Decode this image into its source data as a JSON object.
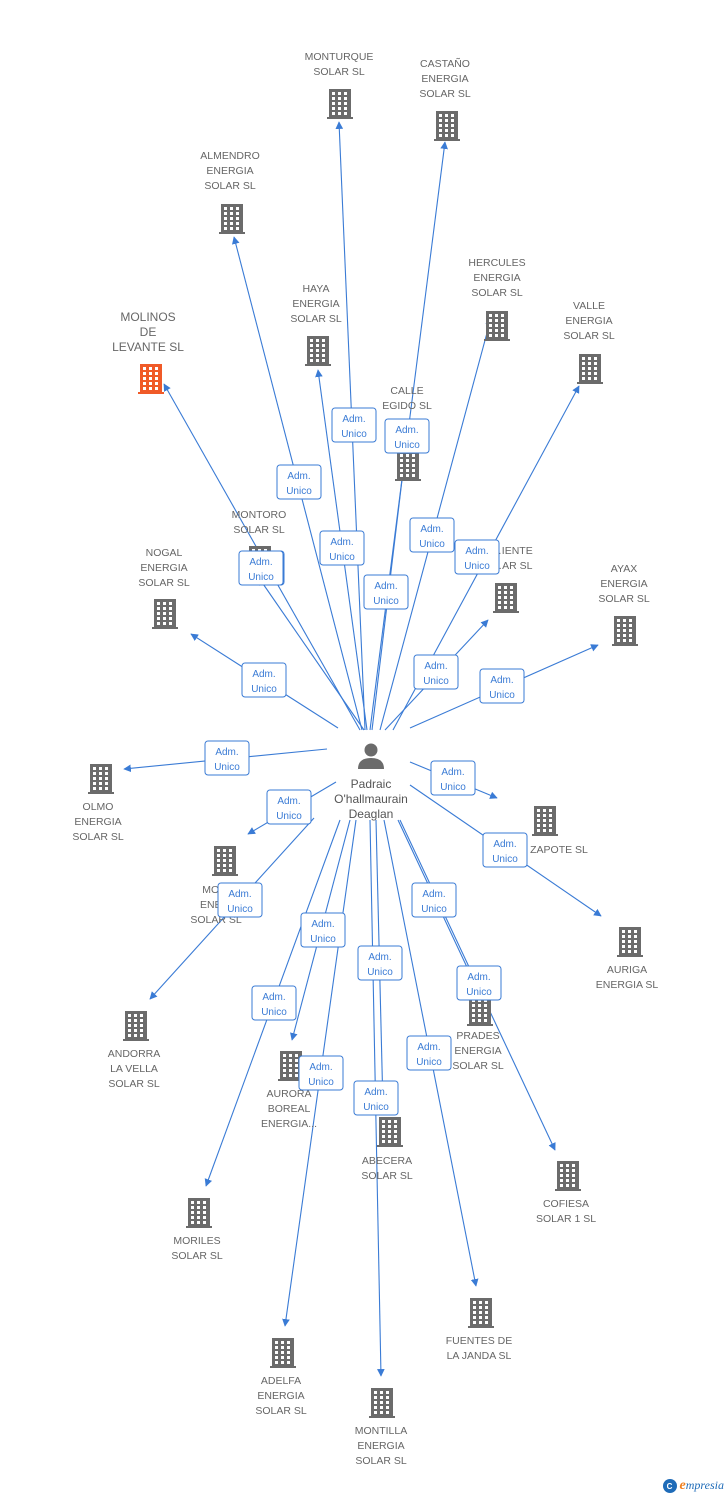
{
  "center": {
    "name_lines": [
      "Padraic",
      "O'hallmaurain",
      "Deaglan"
    ]
  },
  "badge_lines": [
    "Adm.",
    "Unico"
  ],
  "colors": {
    "edge": "#3a7bd5",
    "building": "#6b6b6b",
    "highlight": "#f05a28"
  },
  "companies": [
    {
      "name_lines": [
        "MONTURQUE",
        "SOLAR SL"
      ],
      "highlight": false
    },
    {
      "name_lines": [
        "CASTAÑO",
        "ENERGIA",
        "SOLAR SL"
      ],
      "highlight": false
    },
    {
      "name_lines": [
        "ALMENDRO",
        "ENERGIA",
        "SOLAR SL"
      ],
      "highlight": false
    },
    {
      "name_lines": [
        "MOLINOS",
        "DE",
        "LEVANTE SL"
      ],
      "highlight": true
    },
    {
      "name_lines": [
        "HAYA",
        "ENERGIA",
        "SOLAR SL"
      ],
      "highlight": false
    },
    {
      "name_lines": [
        "CALLE",
        "EGIDO SL"
      ],
      "highlight": false
    },
    {
      "name_lines": [
        "HERCULES",
        "ENERGIA",
        "SOLAR SL"
      ],
      "highlight": false
    },
    {
      "name_lines": [
        "VALLE",
        "ENERGIA",
        "SOLAR SL"
      ],
      "highlight": false
    },
    {
      "name_lines": [
        "MONTORO",
        "SOLAR SL"
      ],
      "highlight": false
    },
    {
      "name_lines": [
        "NOGAL",
        "ENERGIA",
        "SOLAR SL"
      ],
      "highlight": false
    },
    {
      "name_lines": [
        "…IENTE",
        "…AR SL"
      ],
      "highlight": false
    },
    {
      "name_lines": [
        "AYAX",
        "ENERGIA",
        "SOLAR SL"
      ],
      "highlight": false
    },
    {
      "name_lines": [
        "OLMO",
        "ENERGIA",
        "SOLAR SL"
      ],
      "highlight": false
    },
    {
      "name_lines": [
        "ZAPOTE SL"
      ],
      "highlight": false
    },
    {
      "name_lines": [
        "MO…",
        "ENE…",
        "SOLAR SL"
      ],
      "highlight": false
    },
    {
      "name_lines": [
        "AURIGA",
        "ENERGIA SL"
      ],
      "highlight": false
    },
    {
      "name_lines": [
        "ANDORRA",
        "LA VELLA",
        "SOLAR SL"
      ],
      "highlight": false
    },
    {
      "name_lines": [
        "PRADES",
        "ENERGIA",
        "SOLAR SL"
      ],
      "highlight": false
    },
    {
      "name_lines": [
        "AURORA",
        "BOREAL",
        "ENERGIA..."
      ],
      "highlight": false
    },
    {
      "name_lines": [
        "ABECERA",
        "SOLAR SL"
      ],
      "highlight": false
    },
    {
      "name_lines": [
        "COFIESA",
        "SOLAR 1 SL"
      ],
      "highlight": false
    },
    {
      "name_lines": [
        "MORILES",
        "SOLAR SL"
      ],
      "highlight": false
    },
    {
      "name_lines": [
        "FUENTES DE",
        "LA JANDA SL"
      ],
      "highlight": false
    },
    {
      "name_lines": [
        "ADELFA",
        "ENERGIA",
        "SOLAR SL"
      ],
      "highlight": false
    },
    {
      "name_lines": [
        "MONTILLA",
        "ENERGIA",
        "SOLAR SL"
      ],
      "highlight": false
    }
  ],
  "watermark": {
    "initial": "e",
    "rest": "mpresia",
    "badge": "C"
  }
}
